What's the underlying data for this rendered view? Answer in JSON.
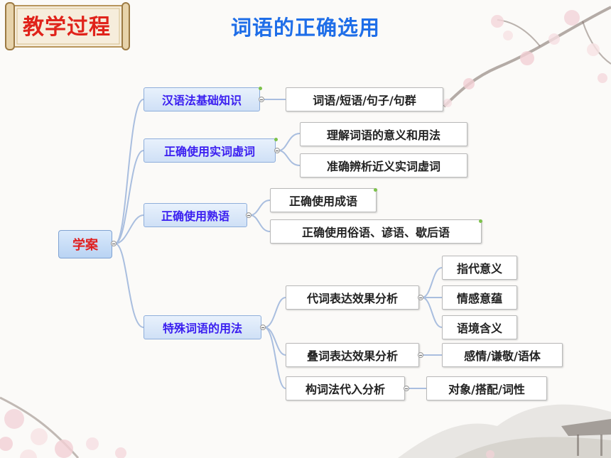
{
  "header": {
    "scroll_title": "教学过程",
    "main_title": "词语的正确选用"
  },
  "mindmap": {
    "root": "学案",
    "branches": [
      {
        "label": "汉语法基础知识",
        "children": [
          "词语/短语/句子/句群"
        ]
      },
      {
        "label": "正确使用实词虚词",
        "children": [
          "理解词语的意义和用法",
          "准确辨析近义实词虚词"
        ]
      },
      {
        "label": "正确使用熟语",
        "children": [
          "正确使用成语",
          "正确使用俗语、谚语、歇后语"
        ]
      },
      {
        "label": "特殊词语的用法",
        "children": [
          {
            "label": "代词表达效果分析",
            "children": [
              "指代意义",
              "情感意蕴",
              "语境含义"
            ]
          },
          {
            "label": "叠词表达效果分析",
            "children": [
              "感情/谦敬/语体"
            ]
          },
          {
            "label": "构词法代入分析",
            "children": [
              "对象/搭配/词性"
            ]
          }
        ]
      }
    ]
  },
  "colors": {
    "title_red": "#e0231b",
    "title_blue": "#1f6ee8",
    "branch_text": "#3a1ef0",
    "connector": "#a9bedf"
  }
}
